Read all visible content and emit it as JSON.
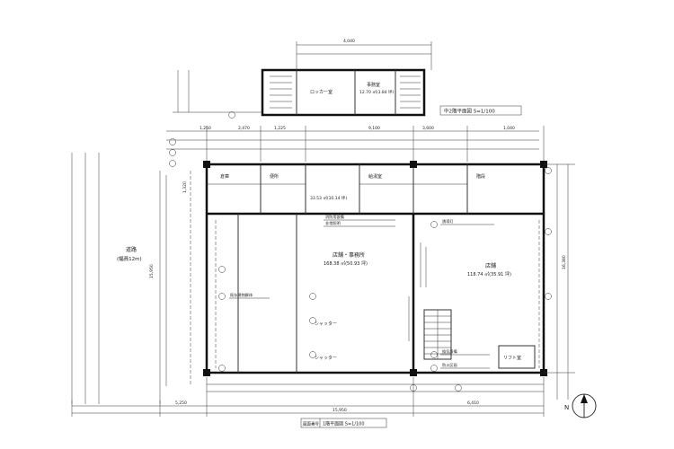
{
  "labels": {
    "upper_plan_title": "中2階平面図 S=1/100",
    "main_plan_title": "1階平面図 S=1/100",
    "main_plan_title_prefix": "図面番号",
    "road_label": "道路",
    "road_width": "(幅員12m)",
    "store_left": "店舗・事務所",
    "store_left_area": "168.38 ㎡(50.93 坪)",
    "store_right": "店舗",
    "store_right_area": "118.74 ㎡(35.91 坪)",
    "office_upper": "事務室",
    "office_upper_area": "12.70 ㎡(3.84 坪)",
    "room_center_area": "33.53 ㎡(10.14 坪)",
    "locker_room": "ロッカー室",
    "storage": "倉庫",
    "hot_water_room": "給湯室",
    "staircase": "階段",
    "lift_room": "リフト室",
    "toilet": "便所",
    "shutter": "シャッター",
    "north_mark": "N"
  },
  "dimensions": {
    "top_1": "1,225",
    "top_2": "4,040",
    "top_3": "3,600",
    "mid_1": "1,250",
    "mid_2": "2,470",
    "mid_3": "9,100",
    "mid_4": "1,040",
    "bottom_1": "5,250",
    "bottom_2": "6,410",
    "bottom_3": "15,950",
    "left_total": "15,950",
    "left_1": "1,320",
    "right_total": "16,380"
  },
  "notes": [
    "既存建物解体",
    "消防用設備",
    "非常照明",
    "誘導灯",
    "換気設備",
    "防火区画"
  ]
}
